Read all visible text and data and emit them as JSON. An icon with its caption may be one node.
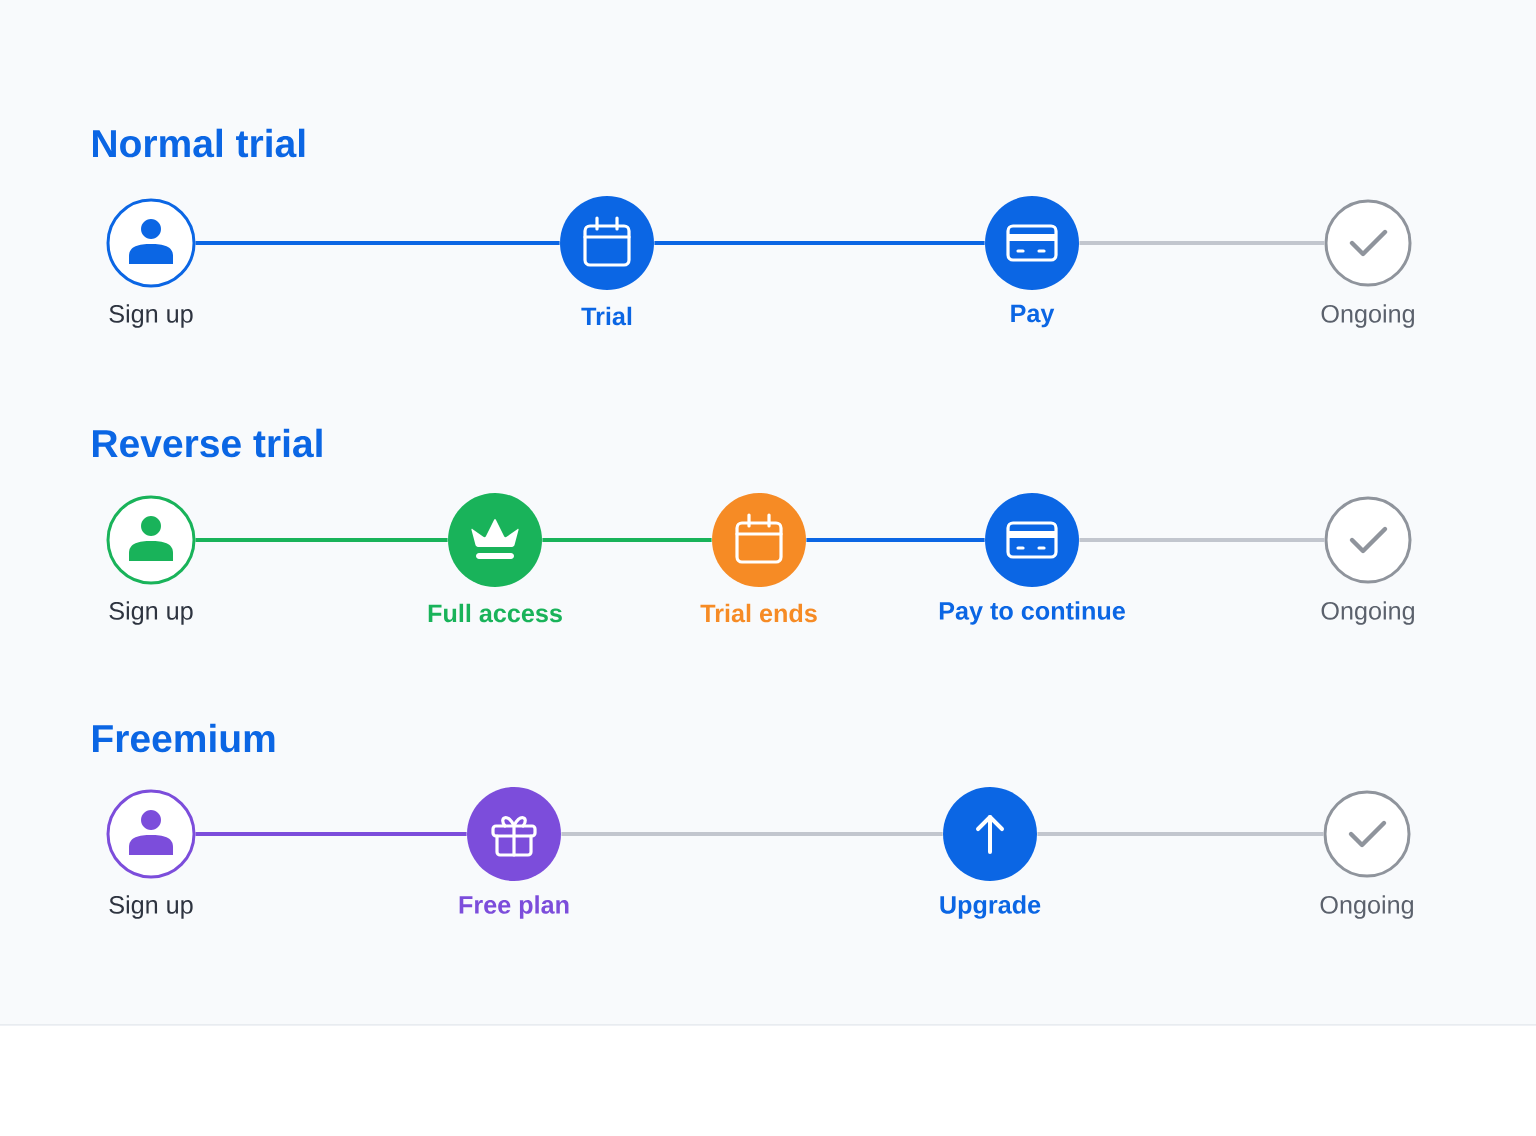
{
  "diagram": {
    "nodes": [
      {
        "text": [
          "Sign up"
        ]
      },
      {
        "text": [
          "Trial"
        ]
      },
      {
        "text": [
          "Pay"
        ]
      },
      {
        "text": [
          "Ongoing"
        ]
      },
      {
        "text": [
          "Sign up"
        ]
      },
      {
        "text": [
          "Full access"
        ]
      },
      {
        "text": [
          "Trial ends"
        ]
      },
      {
        "text": [
          "Pay to continue"
        ]
      },
      {
        "text": [
          "Ongoing"
        ]
      },
      {
        "text": [
          "Sign up"
        ]
      },
      {
        "text": [
          "Free plan"
        ]
      },
      {
        "text": [
          "Upgrade"
        ]
      },
      {
        "text": [
          "Ongoing"
        ]
      }
    ],
    "edges": [
      {
        "from": 0,
        "to": 1,
        "arrow": "none",
        "color": "#0b66e4"
      },
      {
        "from": 1,
        "to": 2,
        "arrow": "none",
        "color": "#0b66e4"
      },
      {
        "from": 2,
        "to": 3,
        "arrow": "none"
      },
      {
        "from": 4,
        "to": 5,
        "arrow": "none",
        "color": "#19b35a"
      },
      {
        "from": 5,
        "to": 6,
        "arrow": "none",
        "color": "#19b35a"
      },
      {
        "from": 6,
        "to": 7,
        "arrow": "none",
        "color": "#0b66e4"
      },
      {
        "from": 7,
        "to": 8,
        "arrow": "none"
      },
      {
        "from": 9,
        "to": 10,
        "arrow": "none",
        "color": "#7c4ddb"
      },
      {
        "from": 10,
        "to": 11,
        "arrow": "none"
      },
      {
        "from": 11,
        "to": 12,
        "arrow": "none"
      }
    ],
    "labels": [
      "Normal trial",
      "Reverse trial",
      "Freemium"
    ]
  }
}
